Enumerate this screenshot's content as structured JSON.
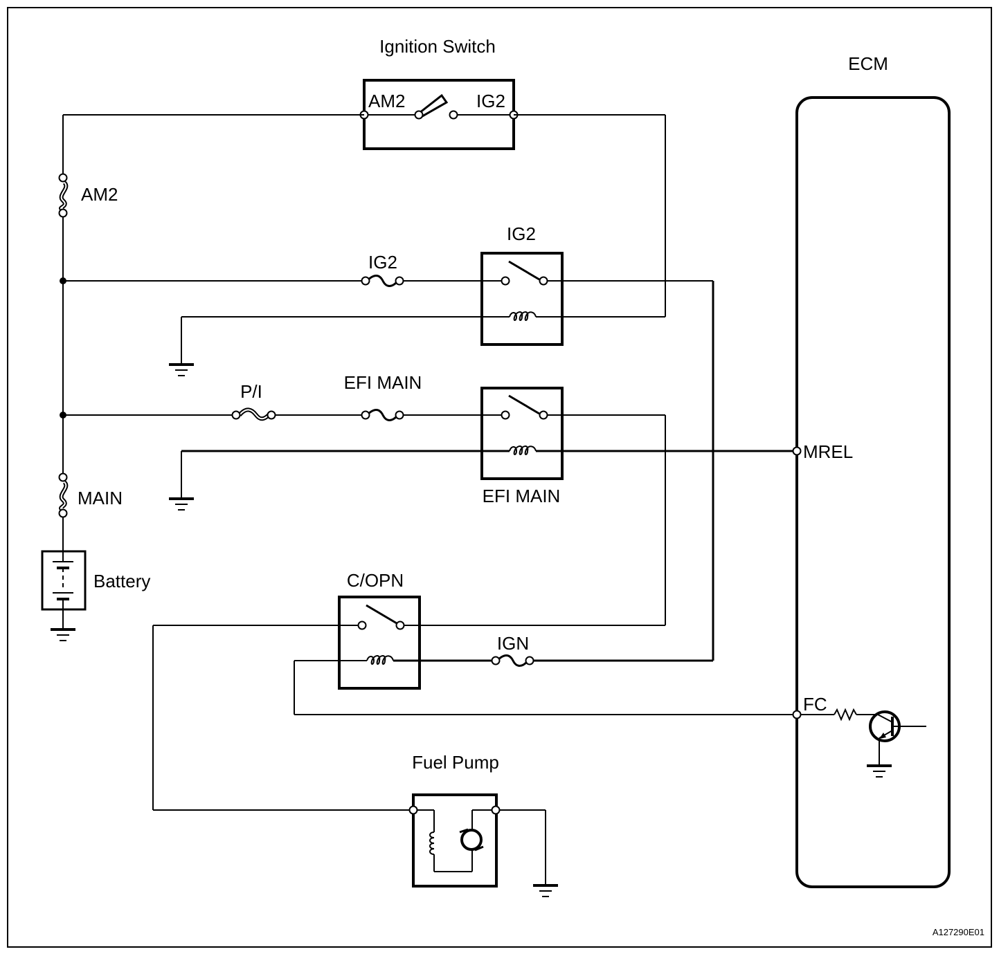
{
  "diagram": {
    "figure_id": "A127290E01",
    "colors": {
      "line": "#000000",
      "background": "#ffffff"
    },
    "components": {
      "ignition_switch": {
        "title": "Ignition Switch",
        "terminal_left": "AM2",
        "terminal_right": "IG2"
      },
      "ecm": {
        "title": "ECM",
        "terminal_mrel": "MREL",
        "terminal_fc": "FC"
      },
      "fuse_am2": {
        "label": "AM2"
      },
      "fuse_main": {
        "label": "MAIN"
      },
      "battery": {
        "label": "Battery"
      },
      "fuse_ig2": {
        "label": "IG2"
      },
      "relay_ig2": {
        "label": "IG2"
      },
      "fuse_pi": {
        "label": "P/I"
      },
      "fuse_efi_main": {
        "label": "EFI MAIN"
      },
      "relay_efi_main": {
        "label": "EFI MAIN"
      },
      "relay_c_opn": {
        "label": "C/OPN"
      },
      "fuse_ign": {
        "label": "IGN"
      },
      "fuel_pump": {
        "label": "Fuel Pump"
      }
    }
  }
}
